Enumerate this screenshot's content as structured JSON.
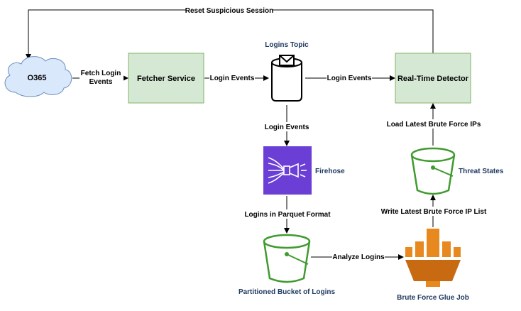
{
  "nodes": {
    "o365": "O365",
    "fetcher": "Fetcher Service",
    "logins_topic": "Logins Topic",
    "detector": "Real-Time Detector",
    "firehose": "Firehose",
    "threat_states": "Threat States",
    "partitioned_bucket": "Partitioned Bucket of Logins",
    "glue_job": "Brute Force Glue Job"
  },
  "edges": {
    "reset": "Reset Suspicious Session",
    "fetch_line1": "Fetch Login",
    "fetch_line2": "Events",
    "login_events_1": "Login Events",
    "login_events_2": "Login Events",
    "login_events_3": "Login Events",
    "parquet": "Logins in Parquet Format",
    "analyze": "Analyze Logins",
    "write_ips": "Write Latest Brute Force IP List",
    "load_ips": "Load Latest Brute Force IPs"
  },
  "colors": {
    "service_fill": "#d5e8d4",
    "service_stroke": "#82b366",
    "cloud_fill": "#dae8fc",
    "cloud_stroke": "#6c8ebf",
    "firehose": "#6b3fd6",
    "bucket_stroke": "#3f9b2f",
    "glue": "#e07b1a",
    "label_blue": "#1f3a60"
  },
  "icons": [
    "cloud-icon",
    "queue-topic-icon",
    "firehose-icon",
    "bucket-icon",
    "glue-job-icon"
  ]
}
